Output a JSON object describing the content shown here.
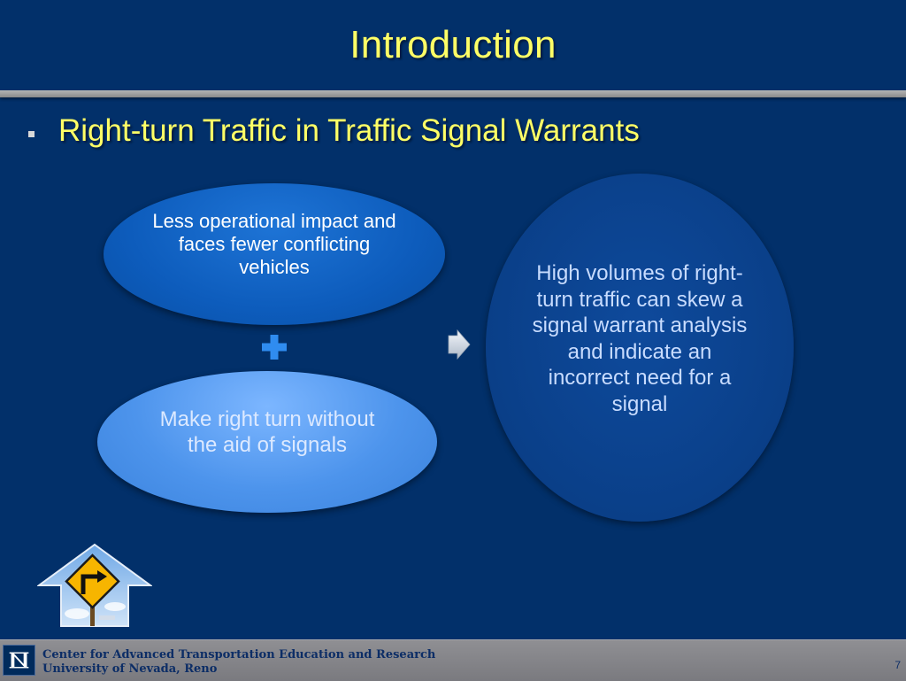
{
  "slide": {
    "title": "Introduction",
    "bullet": "Right-turn Traffic in Traffic Signal Warrants",
    "ellipses": {
      "top": "Less operational impact and faces fewer conflicting vehicles",
      "bottom": "Make right turn without the aid of signals",
      "right": "High volumes of right-turn traffic can skew a signal warrant analysis and indicate an incorrect need for a signal"
    },
    "icons": {
      "plus": "plus-icon",
      "arrow": "arrow-right-icon",
      "graphic": "right-turn-sign-icon"
    }
  },
  "footer": {
    "line1": "Center for Advanced Transportation Education and Research",
    "line2": "University of Nevada, Reno",
    "page_number": "7",
    "logo_icon": "university-n-logo-icon"
  },
  "colors": {
    "background": "#02306a",
    "title_yellow": "#ffff66",
    "footer_gray": "#8a8a8e",
    "footer_text": "#0c2d66",
    "plus_blue": "#2f8cf0"
  }
}
